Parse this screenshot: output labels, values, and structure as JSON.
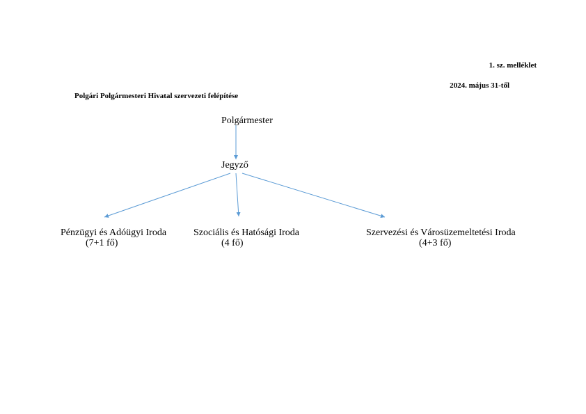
{
  "header": {
    "annex": "1. sz. melléklet",
    "date": "2024. május 31-től",
    "title": "Polgári Polgármesteri Hivatal szervezeti felépítése"
  },
  "org": {
    "mayor": "Polgármester",
    "notary": "Jegyző",
    "offices": [
      {
        "name": "Pénzügyi és Adóügyi Iroda",
        "count": "(7+1 fő)"
      },
      {
        "name": "Szociális és Hatósági Iroda",
        "count": "(4 fő)"
      },
      {
        "name": "Szervezési és Városüzemeltetési Iroda",
        "count": "(4+3 fő)"
      }
    ]
  },
  "colors": {
    "arrow": "#5b9bd5",
    "text": "#000000"
  }
}
